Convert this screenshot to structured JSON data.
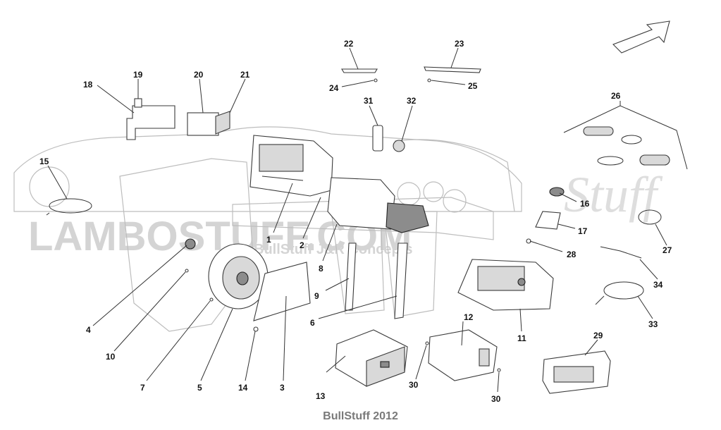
{
  "watermark": {
    "brand": "LAMBOSTUFF.COM",
    "script": "Stuff",
    "tagline": "BullStuff J&R Concepts"
  },
  "footer": {
    "text": "BullStuff 2012"
  },
  "callouts": [
    {
      "id": "c1",
      "label": "1"
    },
    {
      "id": "c2",
      "label": "2"
    },
    {
      "id": "c3",
      "label": "3"
    },
    {
      "id": "c4",
      "label": "4"
    },
    {
      "id": "c5",
      "label": "5"
    },
    {
      "id": "c6",
      "label": "6"
    },
    {
      "id": "c7",
      "label": "7"
    },
    {
      "id": "c8",
      "label": "8"
    },
    {
      "id": "c9",
      "label": "9"
    },
    {
      "id": "c10",
      "label": "10"
    },
    {
      "id": "c11",
      "label": "11"
    },
    {
      "id": "c12",
      "label": "12"
    },
    {
      "id": "c13",
      "label": "13"
    },
    {
      "id": "c14",
      "label": "14"
    },
    {
      "id": "c15",
      "label": "15"
    },
    {
      "id": "c16",
      "label": "16"
    },
    {
      "id": "c17",
      "label": "17"
    },
    {
      "id": "c18",
      "label": "18"
    },
    {
      "id": "c19",
      "label": "19"
    },
    {
      "id": "c20",
      "label": "20"
    },
    {
      "id": "c21",
      "label": "21"
    },
    {
      "id": "c22",
      "label": "22"
    },
    {
      "id": "c23",
      "label": "23"
    },
    {
      "id": "c24",
      "label": "24"
    },
    {
      "id": "c25",
      "label": "25"
    },
    {
      "id": "c26",
      "label": "26"
    },
    {
      "id": "c27",
      "label": "27"
    },
    {
      "id": "c28",
      "label": "28"
    },
    {
      "id": "c29",
      "label": "29"
    },
    {
      "id": "c30a",
      "label": "30"
    },
    {
      "id": "c30b",
      "label": "30"
    },
    {
      "id": "c31",
      "label": "31"
    },
    {
      "id": "c32",
      "label": "32"
    },
    {
      "id": "c33",
      "label": "33"
    },
    {
      "id": "c34",
      "label": "34"
    }
  ]
}
